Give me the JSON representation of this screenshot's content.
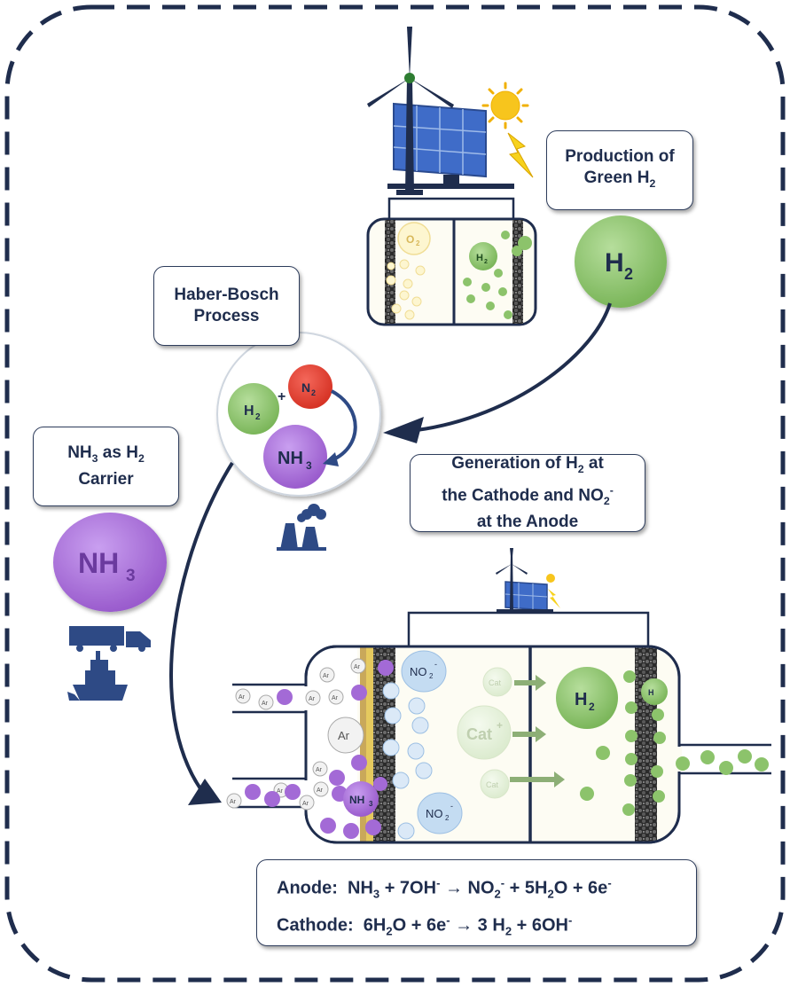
{
  "labels": {
    "production_title": "Production of",
    "production_green": "Green H",
    "haber_line1": "Haber-Bosch",
    "haber_line2": "Process",
    "carrier_nh3": "NH",
    "carrier_as": " as H",
    "carrier_line2": "Carrier",
    "generation_line1_a": "Generation of H",
    "generation_line1_b": " at",
    "generation_line2_a": "the Cathode and NO",
    "generation_line3": "at the Anode",
    "sub2": "2",
    "sub3": "3",
    "sup_minus": "-",
    "plus_sign": "+"
  },
  "molecules": {
    "h2": "H",
    "nh3": "NH",
    "n2": "N",
    "o2": "O",
    "ar": "Ar",
    "no2": "NO",
    "cat": "Cat"
  },
  "equations": {
    "anode_label": "Anode:",
    "anode_nh3": "NH",
    "anode_oh": " + 7OH",
    "anode_arrow": " → NO",
    "anode_h2o": " + 5H",
    "anode_o": "O + 6e",
    "cathode_label": "Cathode:",
    "cathode_h2o": "6H",
    "cathode_o": "O + 6e",
    "cathode_arrow": " → 3 H",
    "cathode_oh": " + 6OH"
  },
  "icons": [
    "wind-turbine-icon",
    "solar-panel-icon",
    "sun-icon",
    "lightning-icon",
    "factory-icon",
    "truck-icon",
    "ship-icon"
  ],
  "colors": {
    "navy": "#1f2d4d",
    "dash": "#1f2d4d",
    "h2_green": "#8cc36b",
    "nh3_purple": "#a36ad6",
    "n2_red": "#e2402e",
    "no2_blue": "#c4dcf2",
    "solar_blue": "#3f6cc8",
    "sun_yellow": "#f7c51d",
    "cell_fill": "#fdfcf3"
  }
}
